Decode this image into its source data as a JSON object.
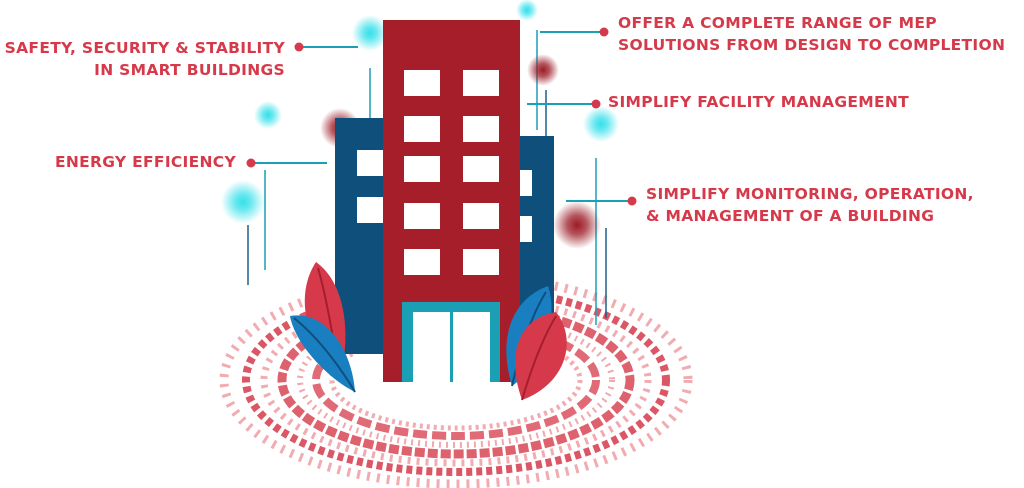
{
  "colors": {
    "brand_red": "#d63a4a",
    "building_red": "#a61e2a",
    "building_blue": "#0e4f7c",
    "accent_teal": "#1a9fb5",
    "glow_cyan": "#35e0ea",
    "glow_dark_red": "#9c1b26",
    "ring_pink": "#f0a3a8",
    "window_white": "#ffffff"
  },
  "labels": {
    "safety": [
      "SAFETY, SECURITY & STABILITY",
      "IN SMART BUILDINGS"
    ],
    "energy": [
      "ENERGY EFFICIENCY"
    ],
    "mep": [
      "OFFER A COMPLETE RANGE OF MEP",
      "SOLUTIONS FROM DESIGN TO COMPLETION"
    ],
    "facility": [
      "SIMPLIFY FACILITY MANAGEMENT"
    ],
    "monitor": [
      "SIMPLIFY MONITORING, OPERATION,",
      "& MANAGEMENT OF A BUILDING"
    ]
  },
  "icons": {
    "building": "building-icon",
    "plant": "leaf-icon",
    "ring": "radial-ring-icon",
    "glow": "glow-dot-icon",
    "connector_dot": "dot-icon"
  }
}
